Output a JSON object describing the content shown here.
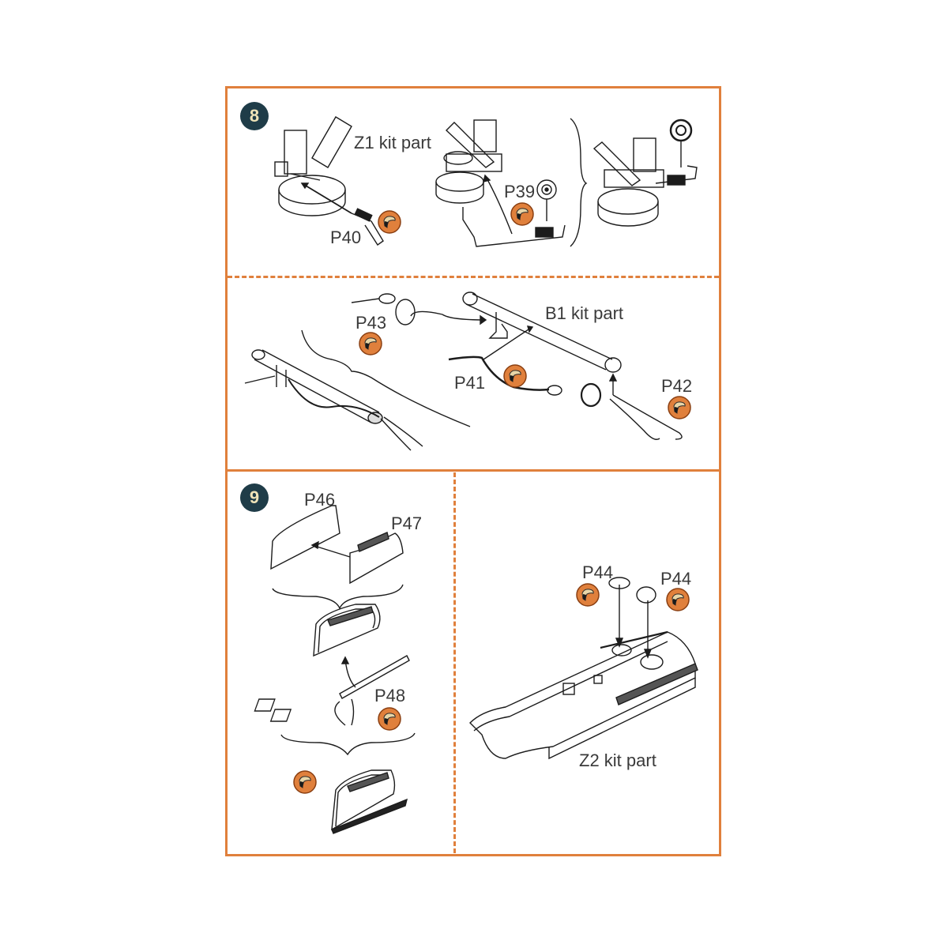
{
  "document": {
    "type": "assembly-instructions",
    "accent_color": "#e0803c",
    "step_badge_color": "#1f3c48",
    "step_badge_text_color": "#efe3b8"
  },
  "steps": [
    {
      "number": "8",
      "panels": [
        {
          "id": "8a",
          "labels": {
            "kit_part": "Z1 kit part",
            "part_a": "P40",
            "part_b": "P39"
          },
          "photo_etch_icons": 2
        },
        {
          "id": "8b",
          "labels": {
            "kit_part": "B1 kit part",
            "part_a": "P43",
            "part_b": "P41",
            "part_c": "P42"
          },
          "photo_etch_icons": 3
        }
      ]
    },
    {
      "number": "9",
      "panels": [
        {
          "id": "9a",
          "labels": {
            "part_a": "P46",
            "part_b": "P47",
            "part_c": "P48"
          },
          "photo_etch_icons": 2
        },
        {
          "id": "9b",
          "labels": {
            "part_a": "P44",
            "part_b": "P44",
            "kit_part": "Z2 kit part"
          },
          "photo_etch_icons": 2
        }
      ]
    }
  ],
  "icons": {
    "photo_etch": "photo-etch-part-icon",
    "step_badge": "step-number-badge"
  }
}
